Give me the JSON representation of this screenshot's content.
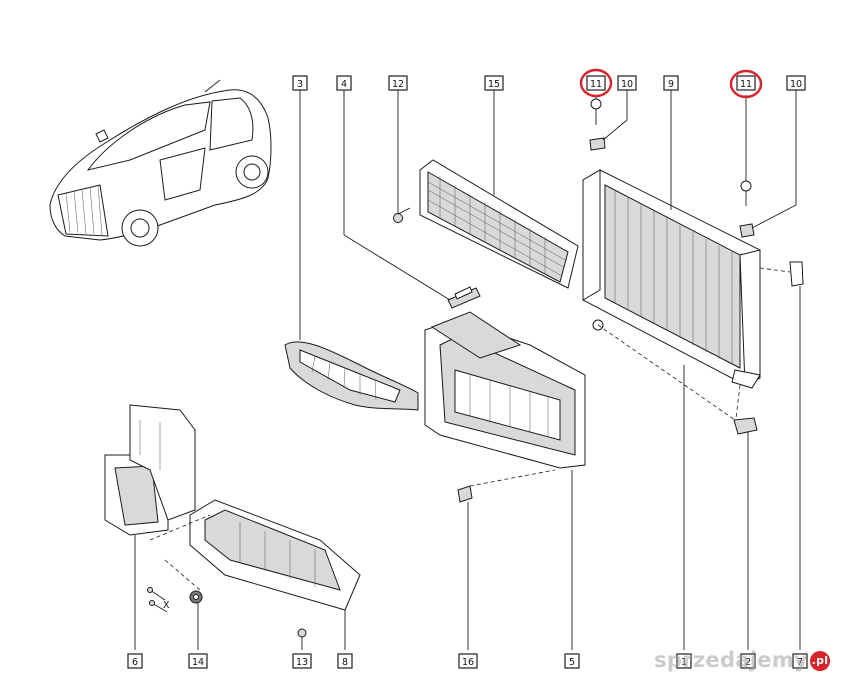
{
  "callouts": {
    "c3": "3",
    "c4": "4",
    "c12": "12",
    "c15": "15",
    "c11a": "11",
    "c10a": "10",
    "c9": "9",
    "c11b": "11",
    "c10b": "10",
    "c6": "6",
    "c14": "14",
    "c13": "13",
    "c8": "8",
    "c16": "16",
    "c5": "5",
    "c1": "1",
    "c2": "2",
    "c7": "7"
  },
  "annotations": {
    "x_mark": "X"
  },
  "watermark": {
    "text": "sprzedajemy",
    "badge": ".pl"
  },
  "colors": {
    "highlight": "#d8232a",
    "line": "#1f1f1f"
  }
}
